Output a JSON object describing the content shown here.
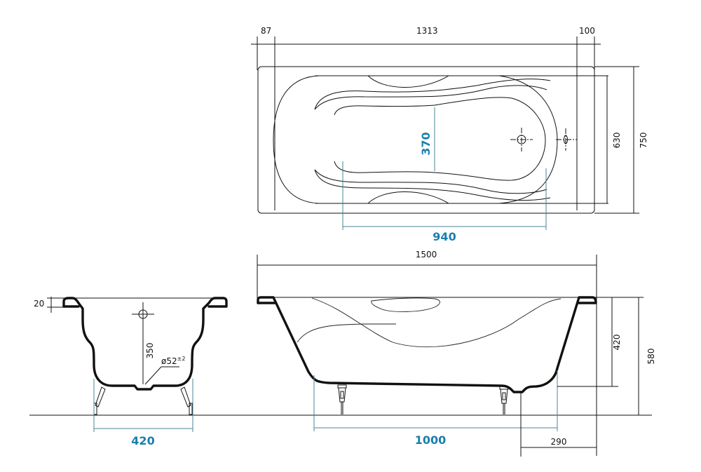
{
  "drawing": {
    "subject": "bathtub technical drawing",
    "views": {
      "top": {
        "name": "top view",
        "dimensions": {
          "left_rim": "87",
          "inner_length": "1313",
          "right_rim": "100",
          "inner_width": "630",
          "overall_width": "750",
          "bottom_width": "370",
          "bottom_length": "940"
        }
      },
      "side": {
        "name": "side view",
        "dimensions": {
          "overall_length": "1500",
          "depth": "420",
          "overall_height": "580",
          "leg_spacing": "1000",
          "drain_offset": "290"
        }
      },
      "end": {
        "name": "end view",
        "dimensions": {
          "rim_thickness": "20",
          "overflow_height": "350",
          "drain_diameter": "ø52",
          "drain_tolerance": "±2",
          "leg_spacing": "420"
        }
      }
    },
    "colors": {
      "line": "#111111",
      "highlight_dimension": "#1a7fae",
      "highlight_line": "#4a8496",
      "background": "#ffffff"
    }
  }
}
